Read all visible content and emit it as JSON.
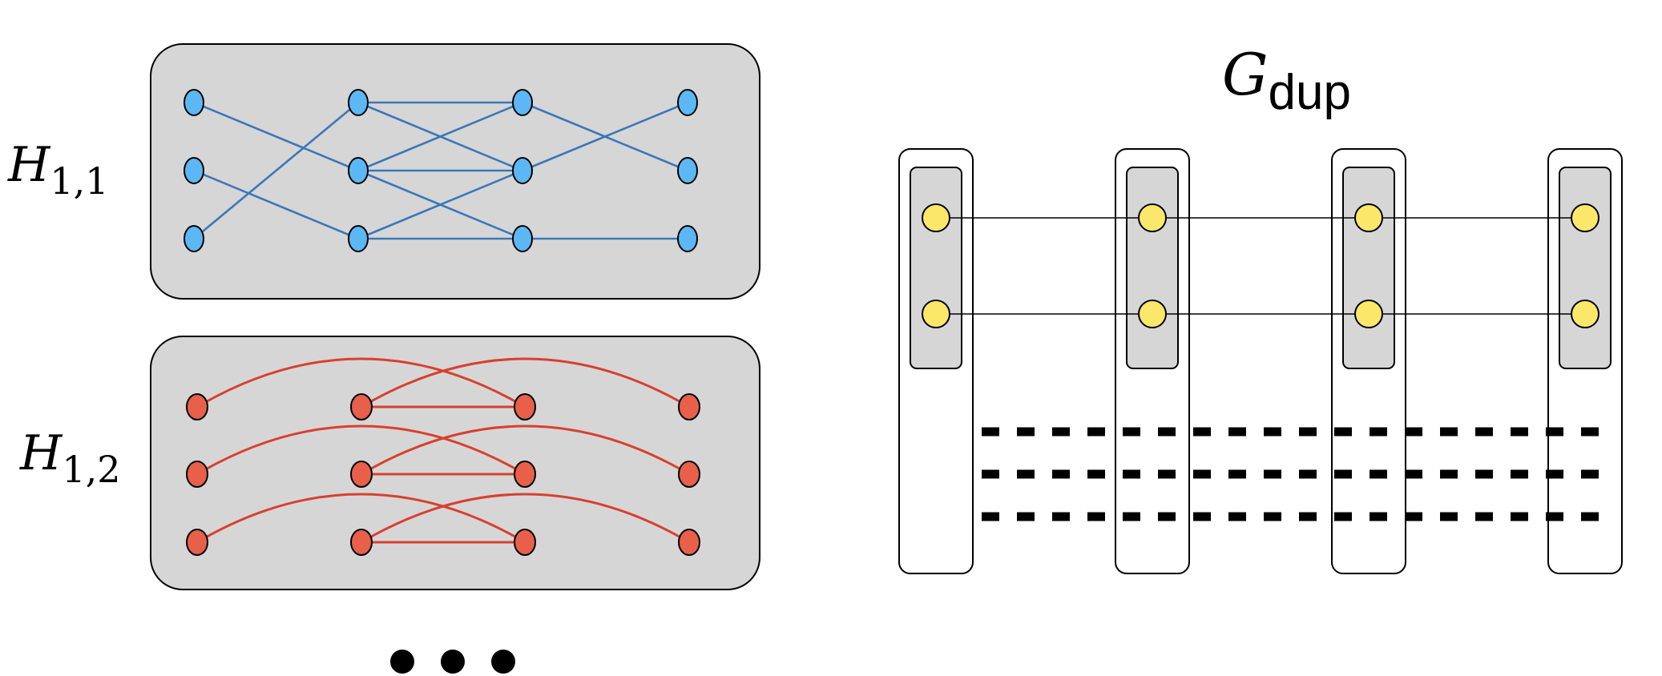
{
  "panels": {
    "h11": {
      "label_main": "H",
      "label_sub": "1,1",
      "node_color": "#5bb8f5",
      "edge_color": "#3a78b8"
    },
    "h12": {
      "label_main": "H",
      "label_sub": "1,2",
      "node_color": "#e8604a",
      "edge_color": "#d8402e"
    },
    "continuation_dots": 3
  },
  "gdup": {
    "title_main": "G",
    "title_sub": "dup",
    "column_count": 4,
    "node_rows": 2,
    "dashed_rows": 3,
    "node_color": "#fbe86a",
    "inner_box_color": "#d6d6d6"
  },
  "colors": {
    "panel_fill": "#d6d6d6",
    "stroke": "#000000"
  }
}
